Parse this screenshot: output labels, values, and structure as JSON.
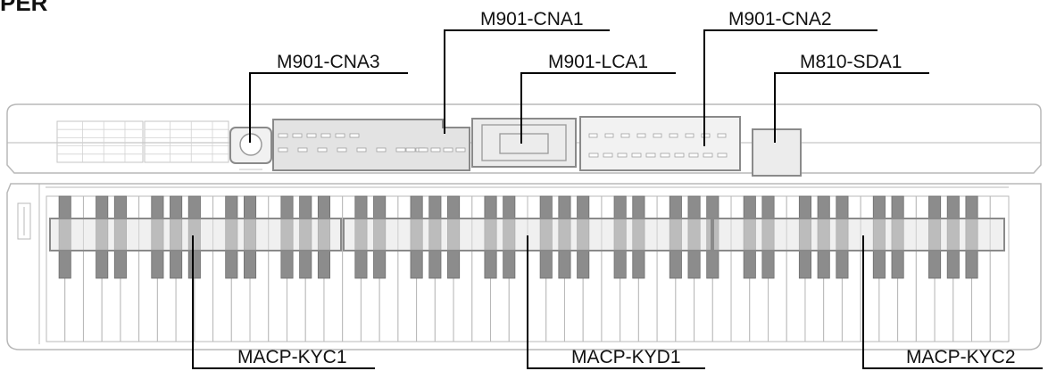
{
  "diagram": {
    "title": "PER",
    "top_labels": {
      "cna3": "M901-CNA3",
      "cna1": "M901-CNA1",
      "lca1": "M901-LCA1",
      "cna2": "M901-CNA2",
      "sda1": "M810-SDA1"
    },
    "bottom_labels": {
      "kyc1": "MACP-KYC1",
      "kyd1": "MACP-KYD1",
      "kyc2": "MACP-KYC2"
    },
    "colors": {
      "line": "#000000",
      "outline": "#b8b8b8",
      "highlight_fill": "#e3e3e3",
      "highlight_stroke": "#8a8a8a",
      "black_key": "#8c8c8c"
    }
  }
}
